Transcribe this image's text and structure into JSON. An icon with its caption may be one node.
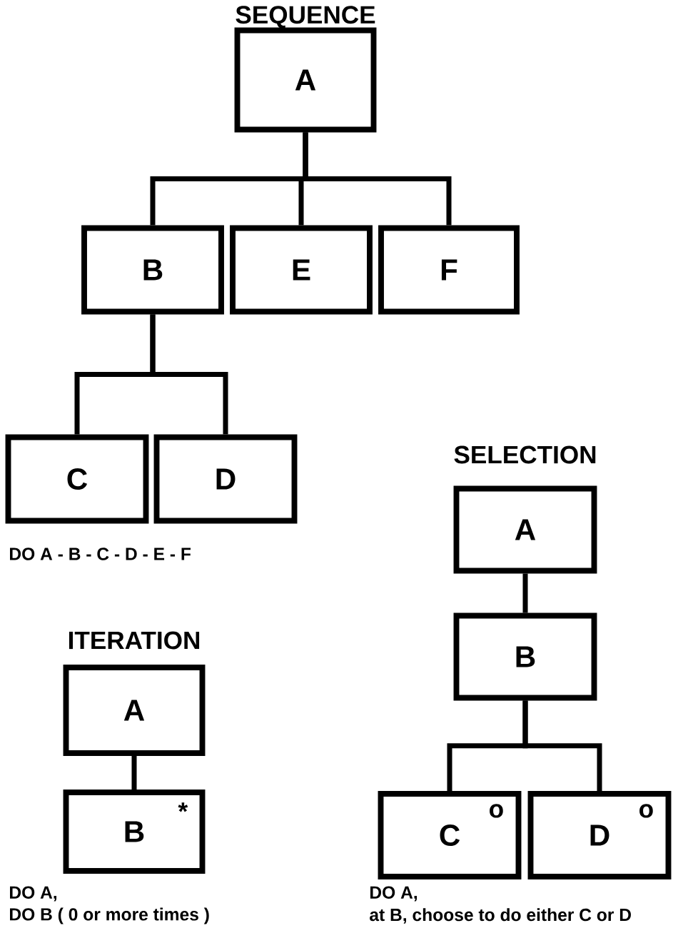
{
  "diagram": {
    "nodes": [
      {
        "text": [
          "A"
        ]
      },
      {
        "text": [
          "B"
        ]
      },
      {
        "text": [
          "E"
        ]
      },
      {
        "text": [
          "F"
        ]
      },
      {
        "text": [
          "C"
        ]
      },
      {
        "text": [
          "D"
        ]
      },
      {
        "text": [
          "A"
        ]
      },
      {
        "text": [
          "B",
          "*"
        ]
      },
      {
        "text": [
          "A"
        ]
      },
      {
        "text": [
          "B"
        ]
      },
      {
        "text": [
          "C",
          "o"
        ]
      },
      {
        "text": [
          "D",
          "o"
        ]
      }
    ],
    "edges": [
      {
        "from": 0,
        "to": 1,
        "arrow": "none"
      },
      {
        "from": 0,
        "to": 2,
        "arrow": "none"
      },
      {
        "from": 0,
        "to": 3,
        "arrow": "none"
      },
      {
        "from": 1,
        "to": 4,
        "arrow": "none"
      },
      {
        "from": 1,
        "to": 5,
        "arrow": "none"
      },
      {
        "from": 6,
        "to": 7,
        "arrow": "none"
      },
      {
        "from": 8,
        "to": 9,
        "arrow": "none"
      },
      {
        "from": 9,
        "to": 10,
        "arrow": "none"
      },
      {
        "from": 9,
        "to": 11,
        "arrow": "none"
      }
    ],
    "labels": [
      "SEQUENCE",
      "SELECTION",
      "DO A - B - C - D - E - F",
      "ITERATION",
      "DO A,",
      "DO B ( 0 or more times )",
      "DO A,",
      "at B, choose to do either C or D"
    ]
  }
}
